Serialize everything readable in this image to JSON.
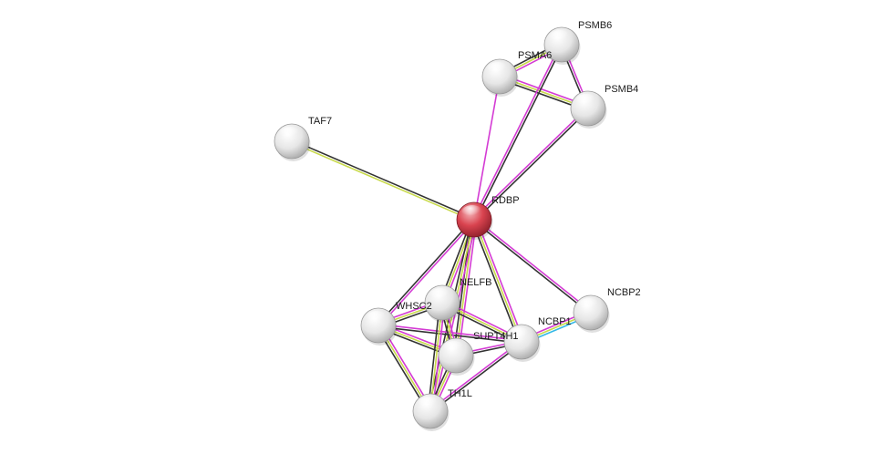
{
  "nodes": [
    {
      "id": "PSMB6",
      "label": "PSMB6",
      "color": "#ffffff",
      "query": false
    },
    {
      "id": "PSMA6",
      "label": "PSMA6",
      "color": "#ffffff",
      "query": false
    },
    {
      "id": "PSMB4",
      "label": "PSMB4",
      "color": "#ffffff",
      "query": false
    },
    {
      "id": "TAF7",
      "label": "TAF7",
      "color": "#ffffff",
      "query": false
    },
    {
      "id": "RDBP",
      "label": "RDBP",
      "color": "#d9434f",
      "query": true
    },
    {
      "id": "NELFB",
      "label": "NELFB",
      "color": "#ffffff",
      "query": false
    },
    {
      "id": "NCBP2",
      "label": "NCBP2",
      "color": "#ffffff",
      "query": false
    },
    {
      "id": "WHSC2",
      "label": "WHSC2",
      "color": "#ffffff",
      "query": false
    },
    {
      "id": "NCBP1",
      "label": "NCBP1",
      "color": "#ffffff",
      "query": false
    },
    {
      "id": "SUPT4H1",
      "label": "SUPT4H1",
      "color": "#ffffff",
      "query": false
    },
    {
      "id": "TH1L",
      "label": "TH1L",
      "color": "#ffffff",
      "query": false
    }
  ],
  "edge_colors": {
    "coexpression": "#333333",
    "textmining": "#c8d94a",
    "experiments": "#d43bd4",
    "database": "#34b8e6"
  },
  "edges": [
    {
      "source": "PSMB6",
      "target": "PSMA6",
      "types": [
        "experiments",
        "textmining",
        "coexpression"
      ]
    },
    {
      "source": "PSMB6",
      "target": "PSMB4",
      "types": [
        "experiments",
        "coexpression"
      ]
    },
    {
      "source": "PSMA6",
      "target": "PSMB4",
      "types": [
        "experiments",
        "textmining",
        "coexpression"
      ]
    },
    {
      "source": "RDBP",
      "target": "PSMA6",
      "types": [
        "experiments"
      ]
    },
    {
      "source": "RDBP",
      "target": "PSMB6",
      "types": [
        "experiments",
        "coexpression"
      ]
    },
    {
      "source": "RDBP",
      "target": "PSMB4",
      "types": [
        "experiments",
        "coexpression"
      ]
    },
    {
      "source": "RDBP",
      "target": "TAF7",
      "types": [
        "textmining",
        "coexpression"
      ]
    },
    {
      "source": "RDBP",
      "target": "NCBP2",
      "types": [
        "experiments",
        "coexpression"
      ]
    },
    {
      "source": "RDBP",
      "target": "NCBP1",
      "types": [
        "experiments",
        "textmining",
        "coexpression"
      ]
    },
    {
      "source": "RDBP",
      "target": "WHSC2",
      "types": [
        "experiments",
        "coexpression"
      ]
    },
    {
      "source": "RDBP",
      "target": "NELFB",
      "types": [
        "experiments",
        "textmining",
        "coexpression"
      ]
    },
    {
      "source": "RDBP",
      "target": "SUPT4H1",
      "types": [
        "experiments",
        "textmining",
        "coexpression"
      ]
    },
    {
      "source": "RDBP",
      "target": "TH1L",
      "types": [
        "experiments",
        "textmining",
        "coexpression"
      ]
    },
    {
      "source": "NCBP1",
      "target": "NCBP2",
      "types": [
        "experiments",
        "textmining",
        "database"
      ]
    },
    {
      "source": "WHSC2",
      "target": "NELFB",
      "types": [
        "experiments",
        "textmining",
        "coexpression"
      ]
    },
    {
      "source": "WHSC2",
      "target": "SUPT4H1",
      "types": [
        "experiments",
        "textmining",
        "coexpression"
      ]
    },
    {
      "source": "WHSC2",
      "target": "TH1L",
      "types": [
        "experiments",
        "textmining",
        "coexpression"
      ]
    },
    {
      "source": "WHSC2",
      "target": "NCBP1",
      "types": [
        "experiments",
        "coexpression"
      ]
    },
    {
      "source": "NELFB",
      "target": "SUPT4H1",
      "types": [
        "experiments",
        "textmining",
        "coexpression"
      ]
    },
    {
      "source": "NELFB",
      "target": "TH1L",
      "types": [
        "experiments",
        "textmining",
        "coexpression"
      ]
    },
    {
      "source": "NELFB",
      "target": "NCBP1",
      "types": [
        "experiments",
        "textmining",
        "coexpression"
      ]
    },
    {
      "source": "SUPT4H1",
      "target": "TH1L",
      "types": [
        "experiments",
        "textmining",
        "coexpression"
      ]
    },
    {
      "source": "SUPT4H1",
      "target": "NCBP1",
      "types": [
        "experiments",
        "coexpression"
      ]
    },
    {
      "source": "TH1L",
      "target": "NCBP1",
      "types": [
        "experiments",
        "coexpression"
      ]
    }
  ]
}
